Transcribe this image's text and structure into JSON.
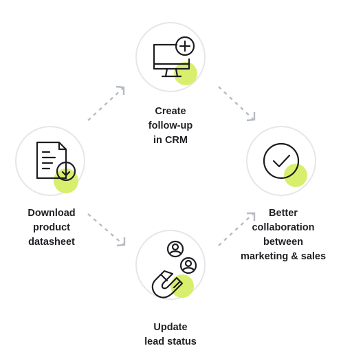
{
  "colors": {
    "accent": "#d8ef6e",
    "circle_border": "#e6e6ea",
    "arrow": "#b7bbc1",
    "text": "#1f1f24"
  },
  "steps": [
    {
      "id": "download",
      "label": "Download\nproduct\ndatasheet",
      "icon": "document-download-icon"
    },
    {
      "id": "create",
      "label": "Create\nfollow-up\nin CRM",
      "icon": "monitor-add-icon"
    },
    {
      "id": "update",
      "label": "Update\nlead status",
      "icon": "magnet-users-icon"
    },
    {
      "id": "better",
      "label": "Better\ncollaboration\nbetween\nmarketing & sales",
      "icon": "checkmark-circle-icon"
    }
  ]
}
